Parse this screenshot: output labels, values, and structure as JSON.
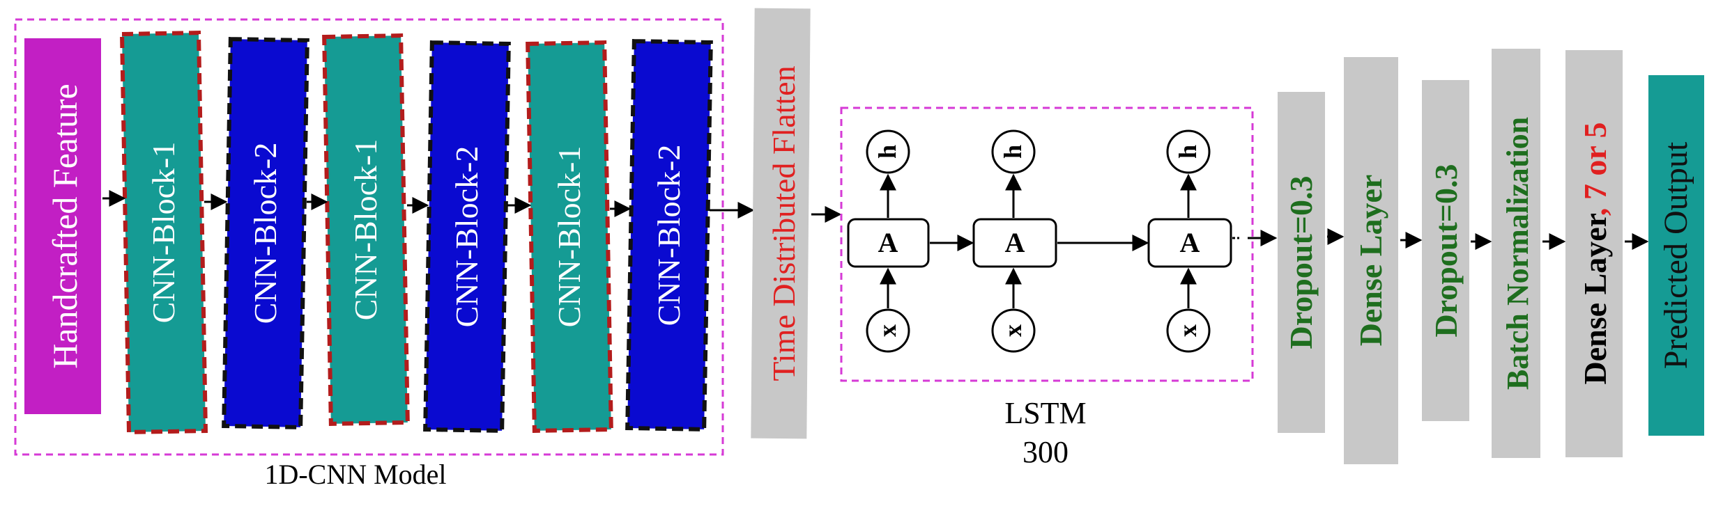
{
  "cnn_model": {
    "label": "1D-CNN Model",
    "input_label": "Handcrafted Feature",
    "blocks": [
      "CNN-Block-1",
      "CNN-Block-2",
      "CNN-Block-1",
      "CNN-Block-2",
      "CNN-Block-1",
      "CNN-Block-2"
    ]
  },
  "flatten_label": "Time Distributed Flatten",
  "lstm": {
    "label_line1": "LSTM",
    "label_line2": "300",
    "cell_label": "A",
    "hidden_label": "h",
    "input_label": "x"
  },
  "head_layers": {
    "dropout1": "Dropout=0.3",
    "dense1": "Dense Layer",
    "dropout2": "Dropout=0.3",
    "batchnorm": "Batch Normalization",
    "dense2_prefix": "Dense Layer",
    "dense2_suffix": ", 7 or 5",
    "output": "Predicted  Output"
  },
  "colors": {
    "magenta": "#c21fc4",
    "teal": "#159b94",
    "blue": "#0a0ad0",
    "gray": "#c8c8c8",
    "green": "#1e6e1e",
    "red": "#e02020",
    "dashed_border": "#d63ad6"
  }
}
